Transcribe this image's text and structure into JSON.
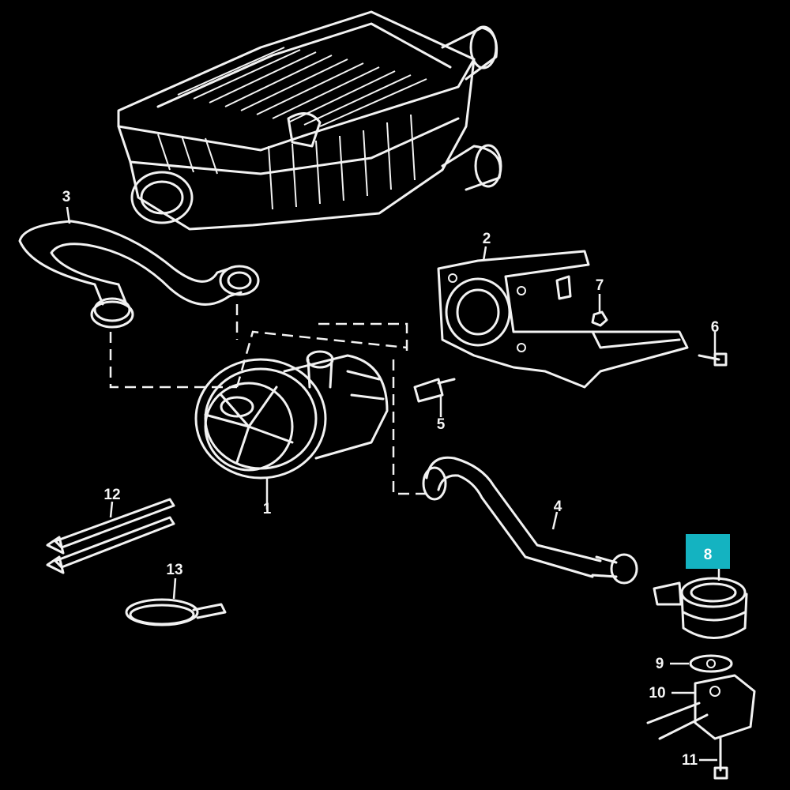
{
  "callouts": {
    "c1": "1",
    "c2": "2",
    "c3": "3",
    "c4": "4",
    "c5": "5",
    "c6": "6",
    "c7": "7",
    "c8": "8",
    "c9": "9",
    "c10": "10",
    "c11": "11",
    "c12": "12",
    "c13": "13"
  },
  "highlight_color": "#14b3c1",
  "line_color": "#f2f2f2",
  "background_color": "#000000"
}
